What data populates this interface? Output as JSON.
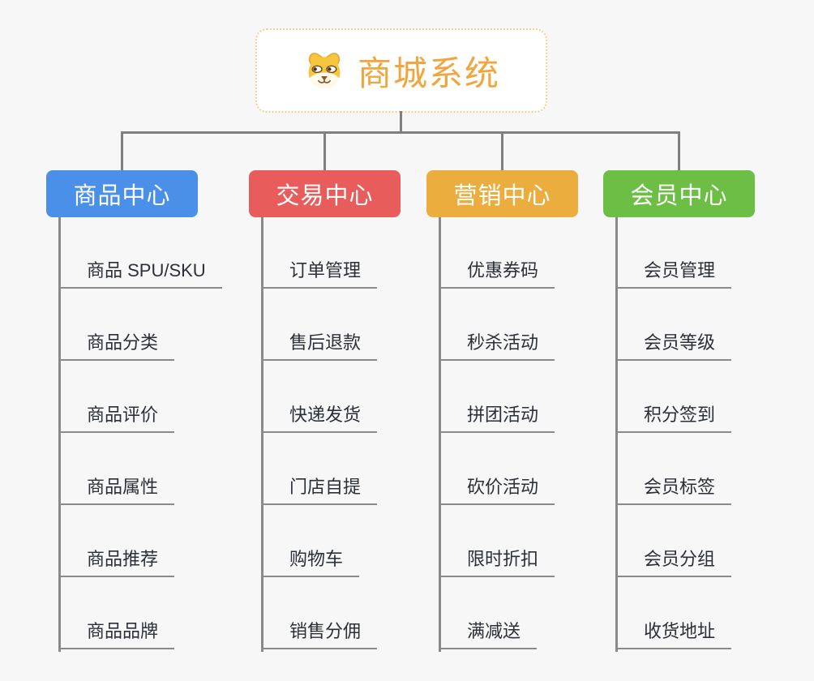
{
  "app": {
    "background": "#f7f7f7",
    "connector_color": "#808080"
  },
  "root": {
    "label": "商城系统",
    "text_color": "#f0a63c",
    "border_color": "#f6ce8b",
    "icon": "doge-dog-icon"
  },
  "branches": [
    {
      "label": "商品中心",
      "color": "#4a90e8",
      "items": [
        "商品 SPU/SKU",
        "商品分类",
        "商品评价",
        "商品属性",
        "商品推荐",
        "商品品牌"
      ]
    },
    {
      "label": "交易中心",
      "color": "#e85d5c",
      "items": [
        "订单管理",
        "售后退款",
        "快递发货",
        "门店自提",
        "购物车",
        "销售分佣"
      ]
    },
    {
      "label": "营销中心",
      "color": "#ebae3e",
      "items": [
        "优惠券码",
        "秒杀活动",
        "拼团活动",
        "砍价活动",
        "限时折扣",
        "满减送"
      ]
    },
    {
      "label": "会员中心",
      "color": "#6cbe44",
      "items": [
        "会员管理",
        "会员等级",
        "积分签到",
        "会员标签",
        "会员分组",
        "收货地址"
      ]
    }
  ]
}
